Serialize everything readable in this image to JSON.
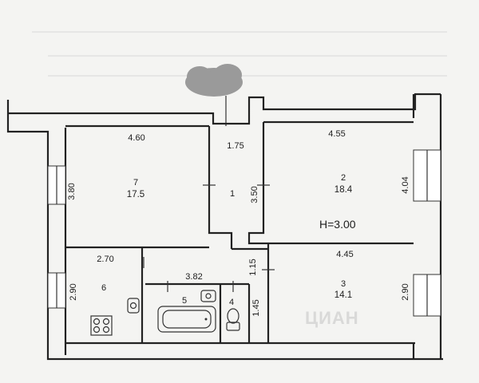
{
  "plan": {
    "ceiling_height": "H=3.00",
    "rooms": [
      {
        "number": "7",
        "area": "17.5"
      },
      {
        "number": "1",
        "area": ""
      },
      {
        "number": "2",
        "area": "18.4"
      },
      {
        "number": "6",
        "area": ""
      },
      {
        "number": "5",
        "area": ""
      },
      {
        "number": "4",
        "area": ""
      },
      {
        "number": "3",
        "area": "14.1"
      }
    ],
    "dimensions": {
      "room7_width": "4.60",
      "room7_depth": "3.80",
      "corridor_top": "1.75",
      "corridor_depth": "3.50",
      "room2_width": "4.55",
      "room2_depth": "4.04",
      "kitchen_width": "2.70",
      "kitchen_depth": "2.90",
      "hall_width": "3.82",
      "hall_step": "1.15",
      "wc_depth": "1.45",
      "room3_width": "4.45",
      "room3_depth": "2.90"
    },
    "watermark": "ЦИАН"
  }
}
